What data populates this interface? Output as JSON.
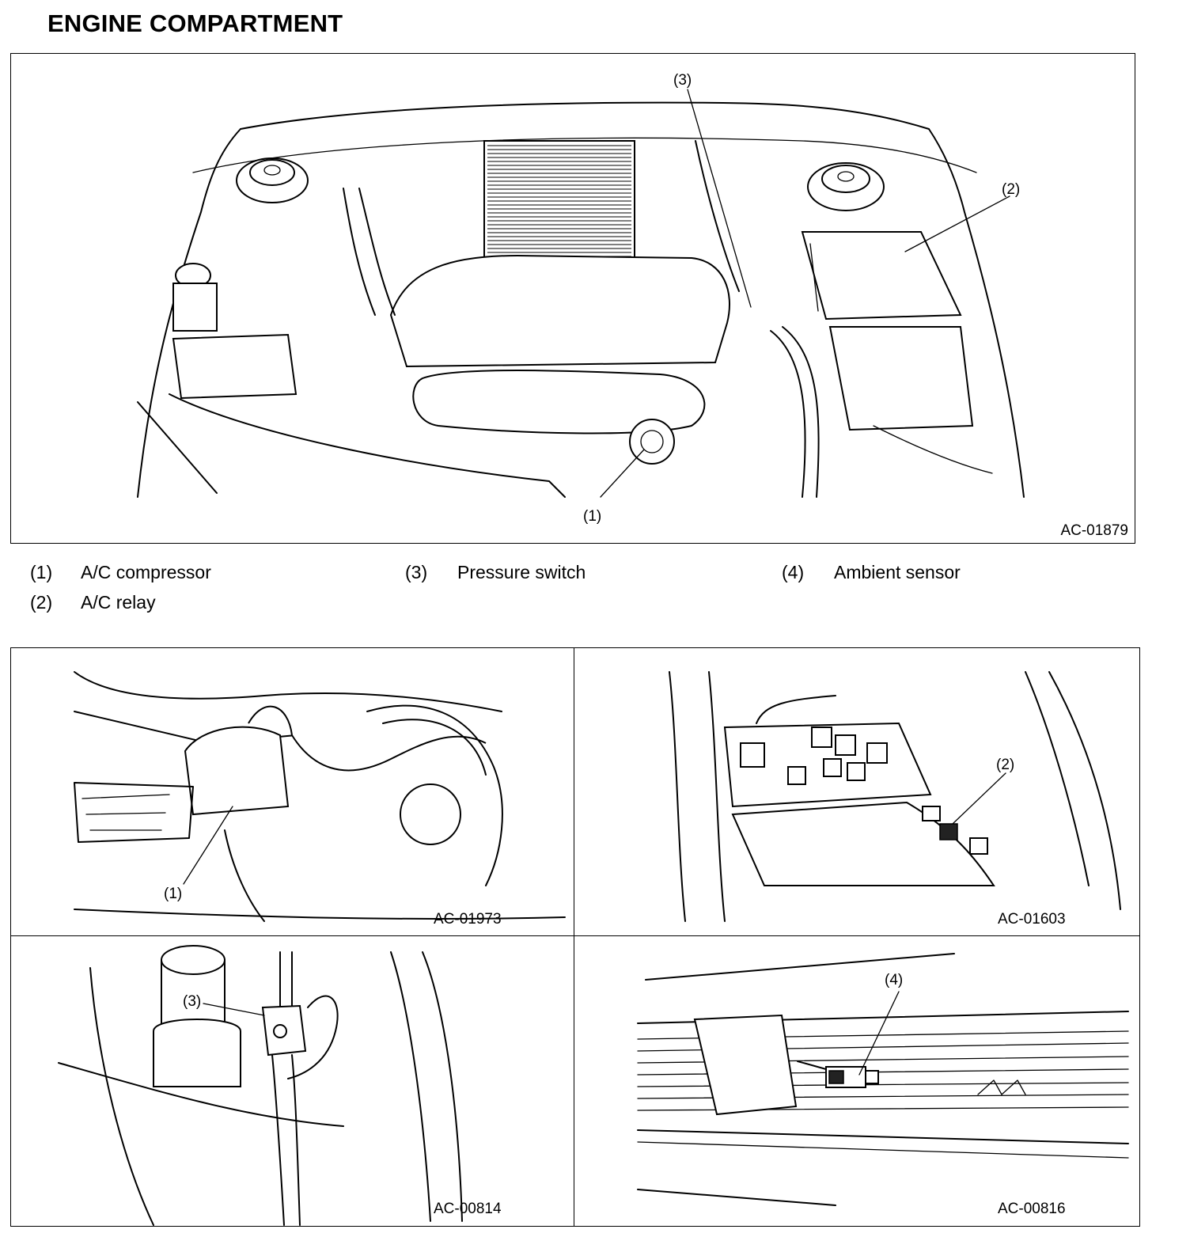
{
  "title": "ENGINE COMPARTMENT",
  "main_figure": {
    "code": "AC-01879",
    "callouts": [
      "(3)",
      "(2)",
      "(1)"
    ]
  },
  "legend": [
    {
      "num": "(1)",
      "label": "A/C compressor"
    },
    {
      "num": "(3)",
      "label": "Pressure switch"
    },
    {
      "num": "(4)",
      "label": "Ambient sensor"
    },
    {
      "num": "(2)",
      "label": "A/C relay"
    }
  ],
  "sub_figures": [
    {
      "code": "AC-01973",
      "callout": "(1)"
    },
    {
      "code": "AC-01603",
      "callout": "(2)"
    },
    {
      "code": "AC-00814",
      "callout": "(3)"
    },
    {
      "code": "AC-00816",
      "callout": "(4)"
    }
  ]
}
